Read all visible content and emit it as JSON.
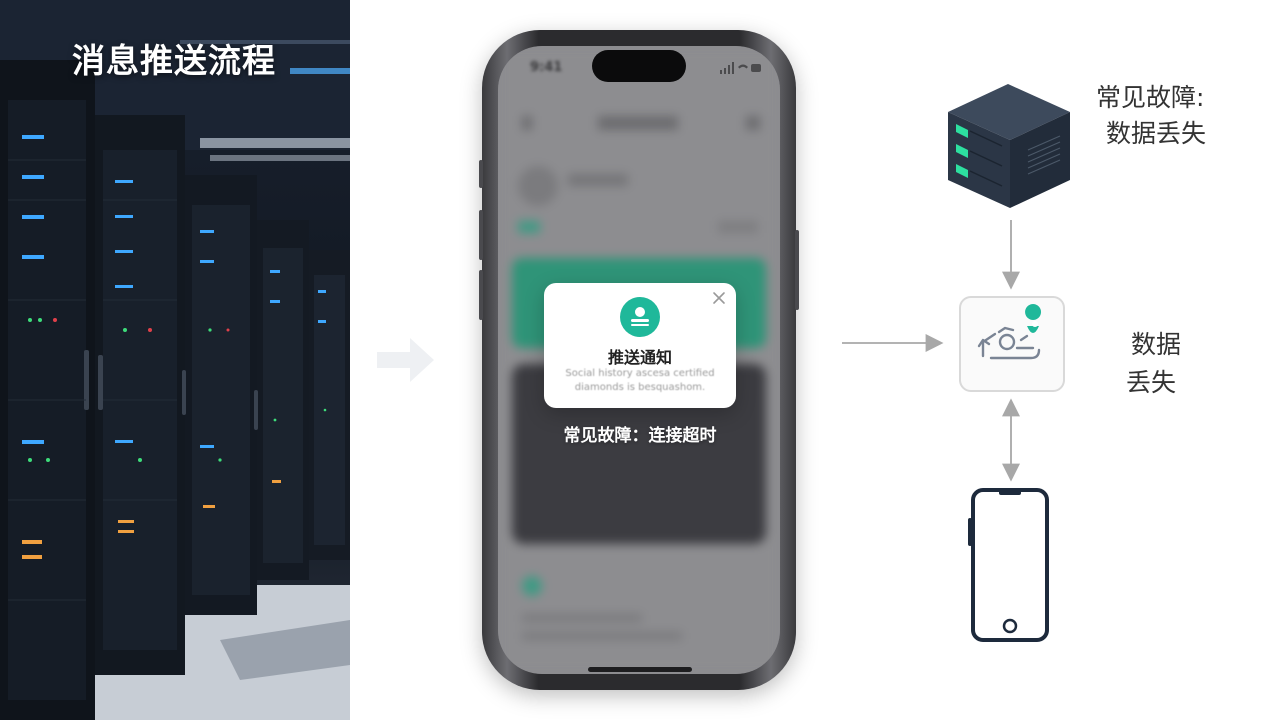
{
  "left_panel": {
    "title": "消息推送流程"
  },
  "phone": {
    "status_time": "9:41",
    "notification": {
      "title": "推送通知",
      "body": "Social history ascesa certified diamonds is besquashom."
    },
    "caption": "常见故障：连接超时"
  },
  "diagram": {
    "server_label_line1": "常见故障:",
    "server_label_line2": "数据丢失",
    "center_label_line1": "数据",
    "center_label_line2": "丢失"
  },
  "colors": {
    "accent": "#1fb89a",
    "server_body": "#2f3a4a",
    "server_light": "#2de0a0",
    "line_gray": "#a8a8a8",
    "phone_outline": "#1d2a3c"
  },
  "icons": {
    "close": "close-icon",
    "avatar": "user-icon",
    "server": "server-icon",
    "sync": "sync-location-icon",
    "smartphone": "smartphone-icon"
  }
}
